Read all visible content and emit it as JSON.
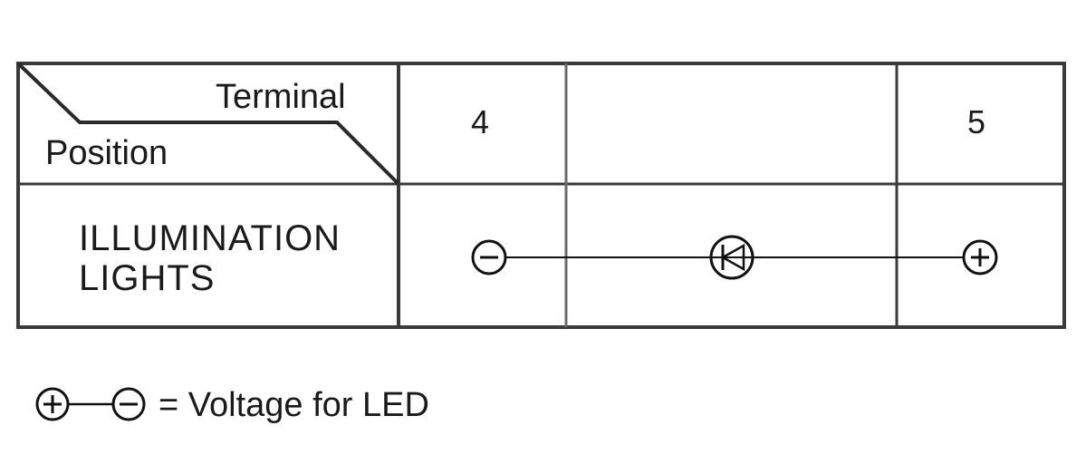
{
  "table": {
    "header": {
      "terminal_label": "Terminal",
      "position_label": "Position",
      "columns": [
        "4",
        "",
        "5"
      ]
    },
    "row": {
      "label_line1": "ILLUMINATION",
      "label_line2": "LIGHTS",
      "terminal_4_symbol": "minus-icon",
      "middle_symbol": "led-diode-icon",
      "terminal_5_symbol": "plus-icon"
    }
  },
  "legend": {
    "text": "= Voltage for LED",
    "symbols": [
      "plus-icon",
      "minus-icon"
    ]
  }
}
